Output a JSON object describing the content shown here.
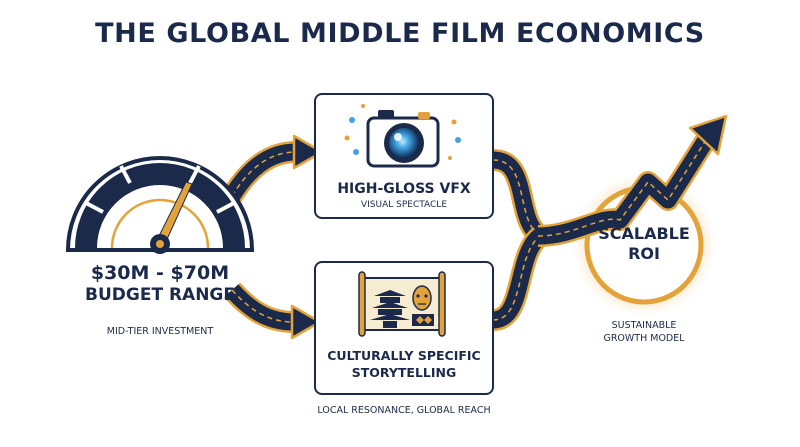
{
  "title": "THE GLOBAL MIDDLE FILM ECONOMICS",
  "budget": {
    "amount": "$30M - $70M",
    "label": "BUDGET RANGE",
    "caption": "MID-TIER INVESTMENT",
    "icon": "gauge-icon"
  },
  "vfx": {
    "heading": "HIGH-GLOSS VFX",
    "caption": "VISUAL SPECTACLE",
    "icon": "camera-icon"
  },
  "story": {
    "heading_line1": "CULTURALLY SPECIFIC",
    "heading_line2": "STORYTELLING",
    "caption": "LOCAL RESONANCE, GLOBAL REACH",
    "icon": "scroll-icon"
  },
  "roi": {
    "line1": "SCALABLE",
    "line2": "ROI",
    "caption_line1": "SUSTAINABLE",
    "caption_line2": "GROWTH MODEL",
    "icon": "growth-arrow-icon"
  },
  "colors": {
    "navy": "#1b2a4a",
    "gold": "#e3a33a",
    "glow": "#f5c26b",
    "lens": "#3fa3e0"
  }
}
